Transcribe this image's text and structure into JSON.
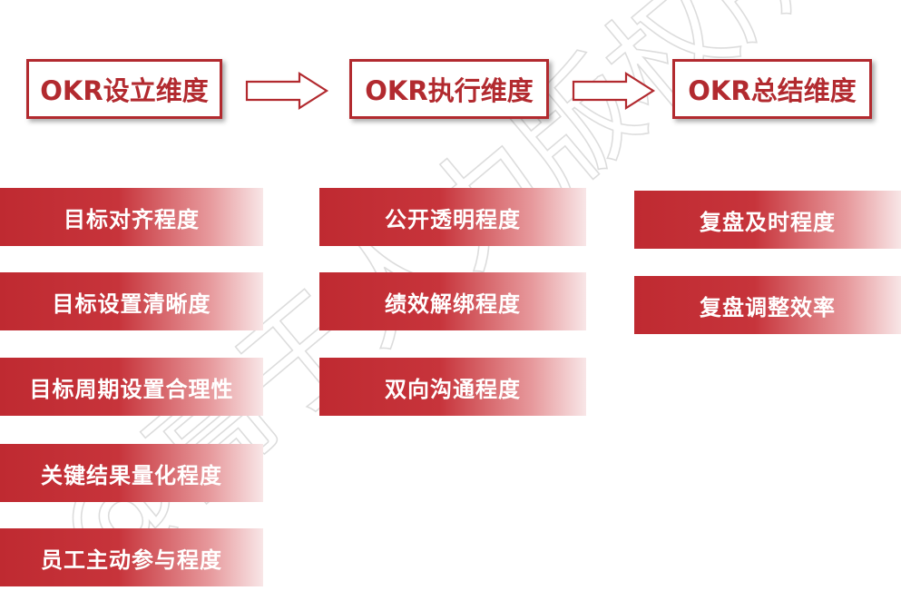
{
  "headers": [
    "OKR设立维度",
    "OKR执行维度",
    "OKR总结维度"
  ],
  "columns": [
    {
      "items": [
        "目标对齐程度",
        "目标设置清晰度",
        "目标周期设置合理性",
        "关键结果量化程度",
        "员工主动参与程度"
      ]
    },
    {
      "items": [
        "公开透明程度",
        "绩效解绑程度",
        "双向沟通程度"
      ]
    },
    {
      "items": [
        "复盘及时程度",
        "复盘调整效率"
      ]
    }
  ],
  "watermark": "@高于人力版权所有",
  "colors": {
    "accent": "#b22a2f",
    "item_start": "#bf2a31",
    "item_end": "#f8e6e7"
  }
}
